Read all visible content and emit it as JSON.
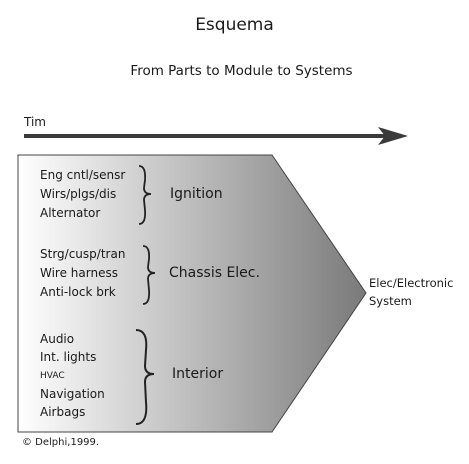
{
  "title": "Esquema",
  "subtitle": "From Parts to Module to Systems",
  "time_label": "Tim",
  "groups": [
    {
      "module": "Ignition",
      "parts": [
        "Eng cntl/sensr",
        "Wirs/plgs/dis",
        "Alternator"
      ]
    },
    {
      "module": "Chassis Elec.",
      "parts": [
        "Strg/cusp/tran",
        "Wire harness",
        "Anti-lock brk"
      ]
    },
    {
      "module": "Interior",
      "parts": [
        "Audio",
        "Int. lights",
        "HVAC",
        "Navigation",
        "Airbags"
      ]
    }
  ],
  "system_label": "Elec/Electronic System",
  "copyright": "© Delphi,1999.",
  "colors": {
    "shape_dark": "#808080",
    "shape_light": "#ffffff",
    "outline": "#444444",
    "arrow": "#3a3a3a"
  }
}
